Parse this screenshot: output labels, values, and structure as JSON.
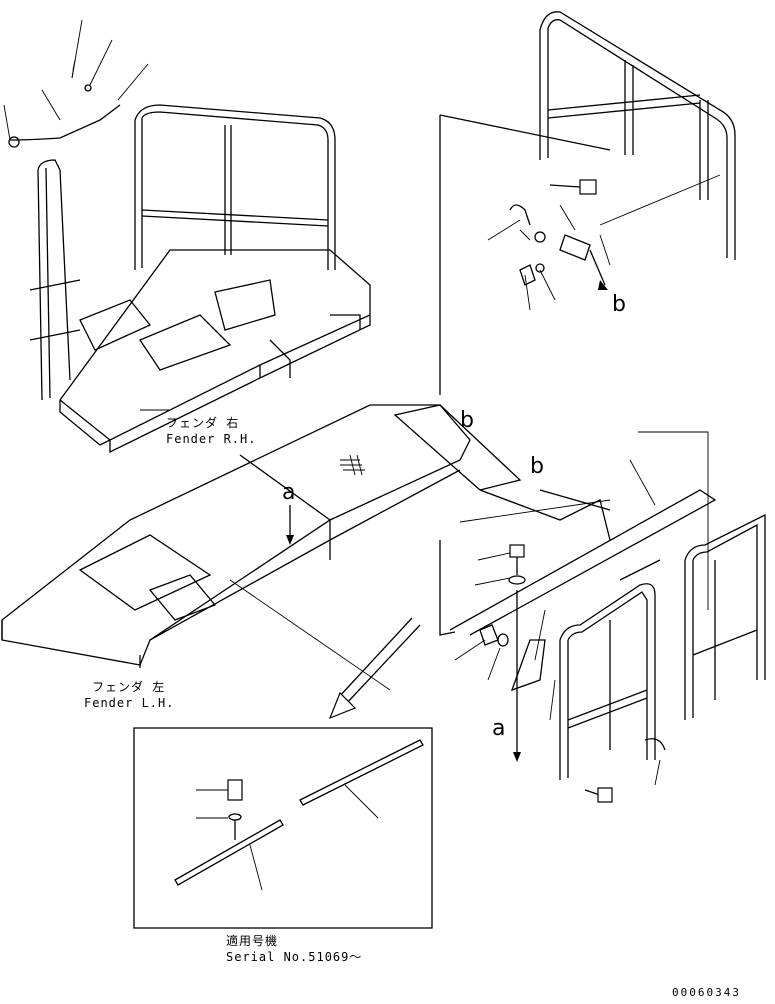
{
  "labels": {
    "fender_rh_jp": "フェンダ 右",
    "fender_rh_en": "Fender R.H.",
    "fender_lh_jp": "フェンダ 左",
    "fender_lh_en": "Fender L.H.",
    "serial_jp": "適用号機",
    "serial_en": "Serial No.51069～",
    "ref_a": "a",
    "ref_b": "b",
    "doc_code": "00060343"
  }
}
